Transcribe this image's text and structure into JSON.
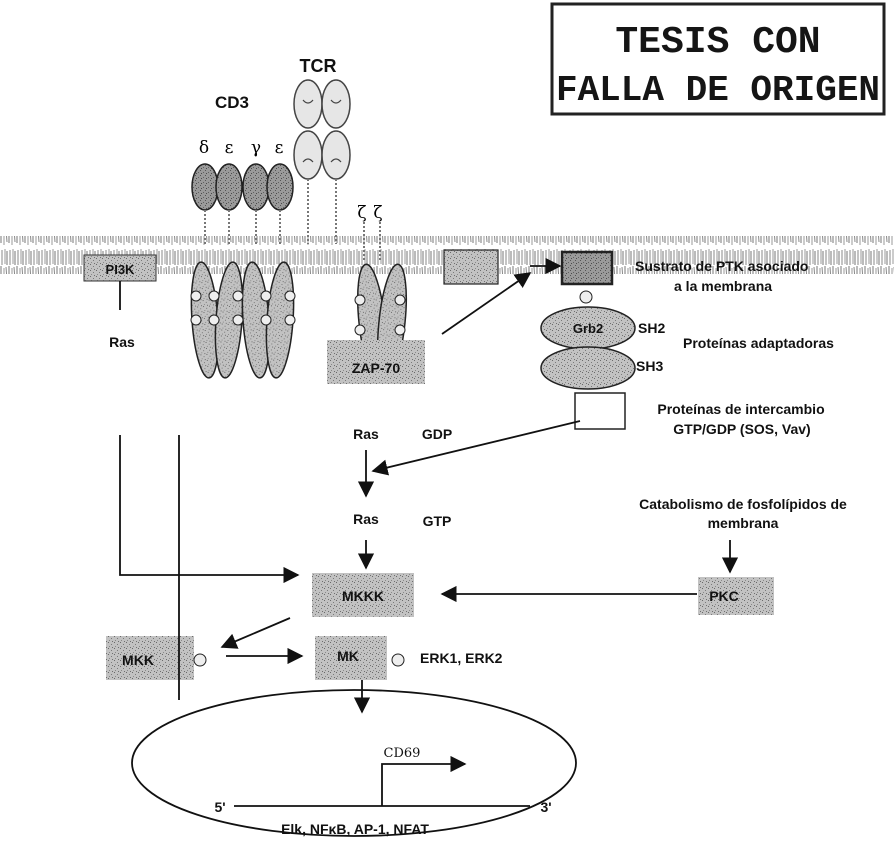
{
  "stamp": {
    "line1": "TESIS CON",
    "line2": "FALLA DE ORIGEN"
  },
  "receptor": {
    "tcr": "TCR",
    "cd3": "CD3",
    "cd3_chains": [
      "δ",
      "ε",
      "γ",
      "ε"
    ],
    "zeta_chains": [
      "ζ",
      "ζ"
    ]
  },
  "kinases": {
    "pi3k": "PI3K",
    "ras_left": "Ras",
    "zap70": "ZAP-70",
    "grb2": "Grb2",
    "mkkk": "MKKK",
    "mkk": "MKK",
    "mk": "MK",
    "pkc": "PKC"
  },
  "domains": {
    "sh2": "SH2",
    "sh3": "SH3"
  },
  "ras_cycle": {
    "ras_gdp": "Ras",
    "gdp": "GDP",
    "ras_gtp": "Ras",
    "gtp": "GTP"
  },
  "descriptions": {
    "substrate": [
      "Sustrato de PTK asociado",
      "a la membrana"
    ],
    "adaptors": "Proteínas adaptadoras",
    "exchange": [
      "Proteínas de intercambio",
      "GTP/GDP (SOS, Vav)"
    ],
    "catabolism": [
      "Catabolismo de fosfolípidos de",
      "membrana"
    ],
    "erk": "ERK1, ERK2"
  },
  "nucleus": {
    "gene": "CD69",
    "five_prime": "5'",
    "three_prime": "3'",
    "factors": "Elk, NFκB, AP-1, NFAT"
  },
  "colors": {
    "box_gray": "#b4b4b4",
    "oval_gray": "#a9a9a9",
    "line": "#111111"
  }
}
